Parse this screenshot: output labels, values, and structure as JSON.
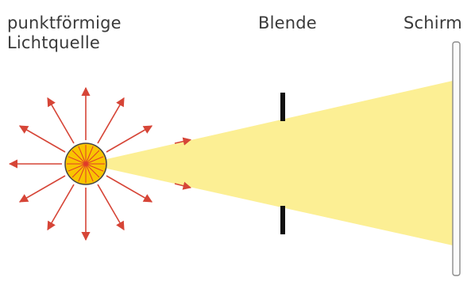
{
  "labels": {
    "source_line1": "punktförmige",
    "source_line2": "Lichtquelle",
    "aperture": "Blende",
    "screen": "Schirm"
  },
  "colors": {
    "light_cone": "#fcef94",
    "light_source_fill": "#f9c400",
    "light_source_rays": "#e03a2a",
    "ray_arrows": "#d64537",
    "aperture": "#111111",
    "screen_fill": "#fbfbfb",
    "screen_stroke": "#8a8a8a",
    "text": "#3a3a3a"
  }
}
